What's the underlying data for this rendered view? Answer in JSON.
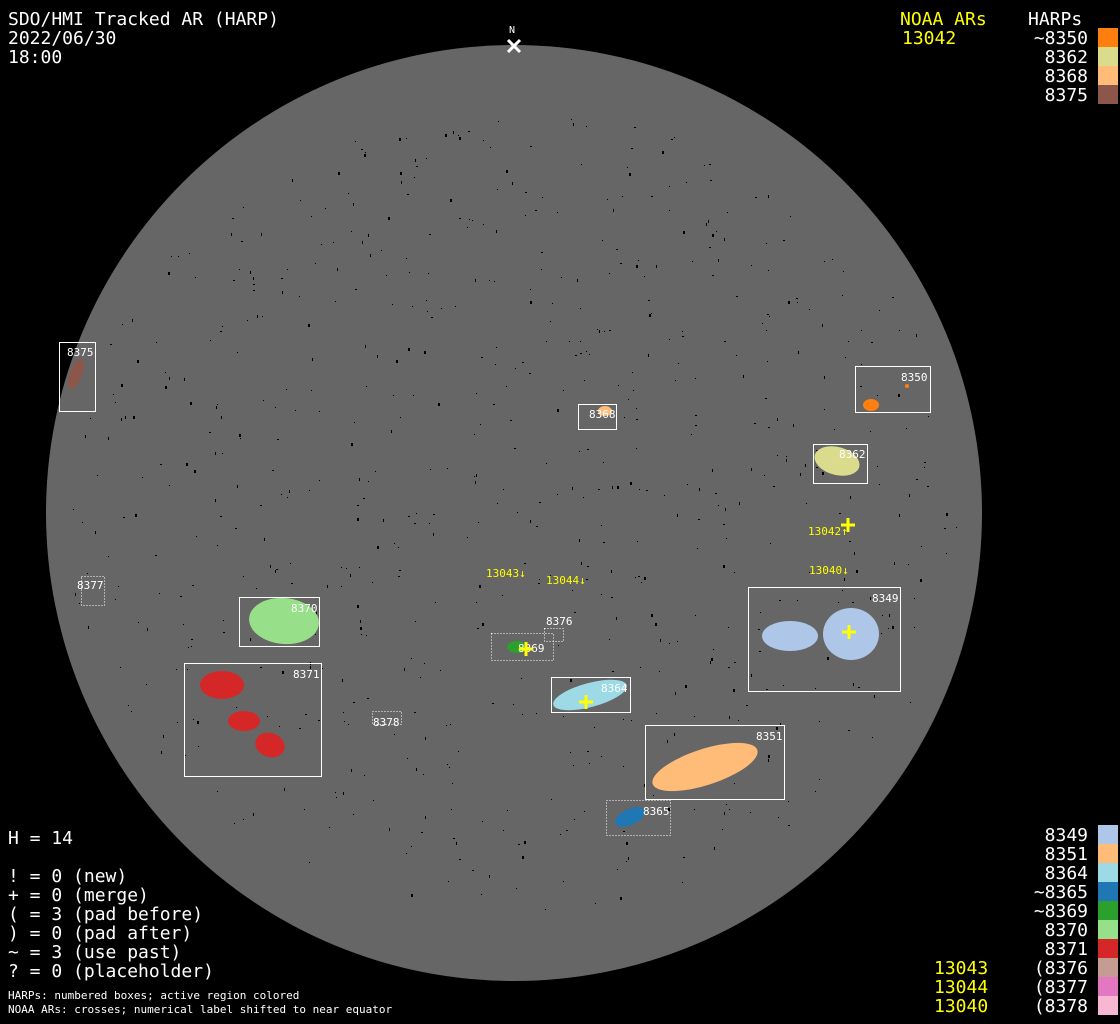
{
  "header": {
    "title": "SDO/HMI Tracked AR (HARP)",
    "date": "2022/06/30",
    "time": "18:00",
    "north_label": "N"
  },
  "legend_top": {
    "noaa_heading": "NOAA ARs",
    "harps_heading": "HARPs",
    "noaa": [
      "13042"
    ],
    "harps": [
      {
        "label": "~8350",
        "color": "#ff7f0e"
      },
      {
        "label": "8362",
        "color": "#dbdb8d"
      },
      {
        "label": "8368",
        "color": "#ffbb78"
      },
      {
        "label": "8375",
        "color": "#8c564b"
      }
    ]
  },
  "legend_bottom": {
    "noaa": [
      "13043",
      "13044",
      "13040"
    ],
    "harps": [
      {
        "label": "8349",
        "color": "#aec7e8"
      },
      {
        "label": "8351",
        "color": "#ffbb78"
      },
      {
        "label": "8364",
        "color": "#9edae5"
      },
      {
        "label": "~8365",
        "color": "#1f77b4"
      },
      {
        "label": "~8369",
        "color": "#2ca02c"
      },
      {
        "label": "8370",
        "color": "#98df8a"
      },
      {
        "label": "8371",
        "color": "#d62728"
      },
      {
        "label": "(8376",
        "color": "#c49c94"
      },
      {
        "label": "(8377",
        "color": "#e377c2"
      },
      {
        "label": "(8378",
        "color": "#f7b6d2"
      }
    ]
  },
  "stats": {
    "h": "H = 14",
    "lines": [
      "! = 0 (new)",
      "+ = 0 (merge)",
      "( = 3 (pad before)",
      ") = 0 (pad after)",
      "~ = 3 (use past)",
      "? = 0 (placeholder)"
    ]
  },
  "footnote": [
    "HARPs: numbered boxes; active region colored",
    "NOAA ARs: crosses; numerical label shifted to near equator"
  ],
  "harp_boxes": [
    {
      "id": "8375",
      "color": "#8c564b"
    },
    {
      "id": "8368",
      "color": "#ffbb78"
    },
    {
      "id": "8350",
      "color": "#ff7f0e"
    },
    {
      "id": "8362",
      "color": "#dbdb8d"
    },
    {
      "id": "8377",
      "color": "#e377c2"
    },
    {
      "id": "8370",
      "color": "#98df8a"
    },
    {
      "id": "8371",
      "color": "#d62728"
    },
    {
      "id": "8378",
      "color": "#f7b6d2"
    },
    {
      "id": "8369",
      "color": "#2ca02c"
    },
    {
      "id": "8376",
      "color": "#c49c94"
    },
    {
      "id": "8364",
      "color": "#9edae5"
    },
    {
      "id": "8349",
      "color": "#aec7e8"
    },
    {
      "id": "8351",
      "color": "#ffbb78"
    },
    {
      "id": "8365",
      "color": "#1f77b4"
    }
  ],
  "noaa_labels": [
    {
      "id": "13042",
      "label": "13042↑"
    },
    {
      "id": "13043",
      "label": "13043↓"
    },
    {
      "id": "13044",
      "label": "13044↓"
    },
    {
      "id": "13040",
      "label": "13040↓"
    }
  ],
  "colors": {
    "disk": "#666666",
    "noaa": "#ffff00",
    "box": "#ffffff"
  }
}
